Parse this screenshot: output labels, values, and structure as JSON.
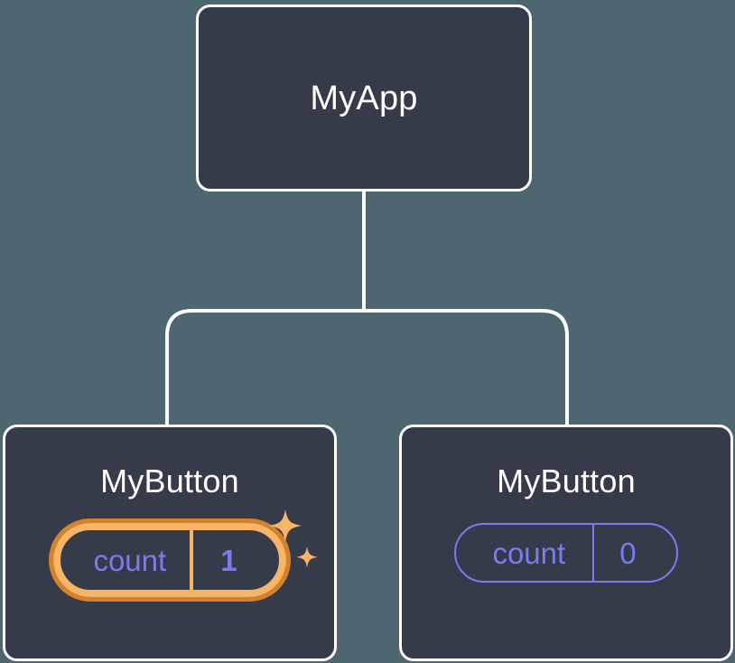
{
  "diagram": {
    "title": "React component tree with state",
    "background_color": "#4d6670",
    "node_fill_color": "#363b4a",
    "node_border_color": "#ffffff",
    "edge_color": "#ffffff",
    "accent_purple": "#7b7bf0",
    "highlight_orange_inner": "#f9b567",
    "highlight_orange_outer": "#d4822a"
  },
  "nodes": {
    "root": {
      "label": "MyApp"
    },
    "child_left": {
      "label": "MyButton",
      "state": {
        "key": "count",
        "value": "1",
        "highlighted": true
      },
      "sparkle_icon": "sparkles-icon"
    },
    "child_right": {
      "label": "MyButton",
      "state": {
        "key": "count",
        "value": "0",
        "highlighted": false
      }
    }
  },
  "edges": [
    {
      "from": "root",
      "to": "child_left"
    },
    {
      "from": "root",
      "to": "child_right"
    }
  ]
}
